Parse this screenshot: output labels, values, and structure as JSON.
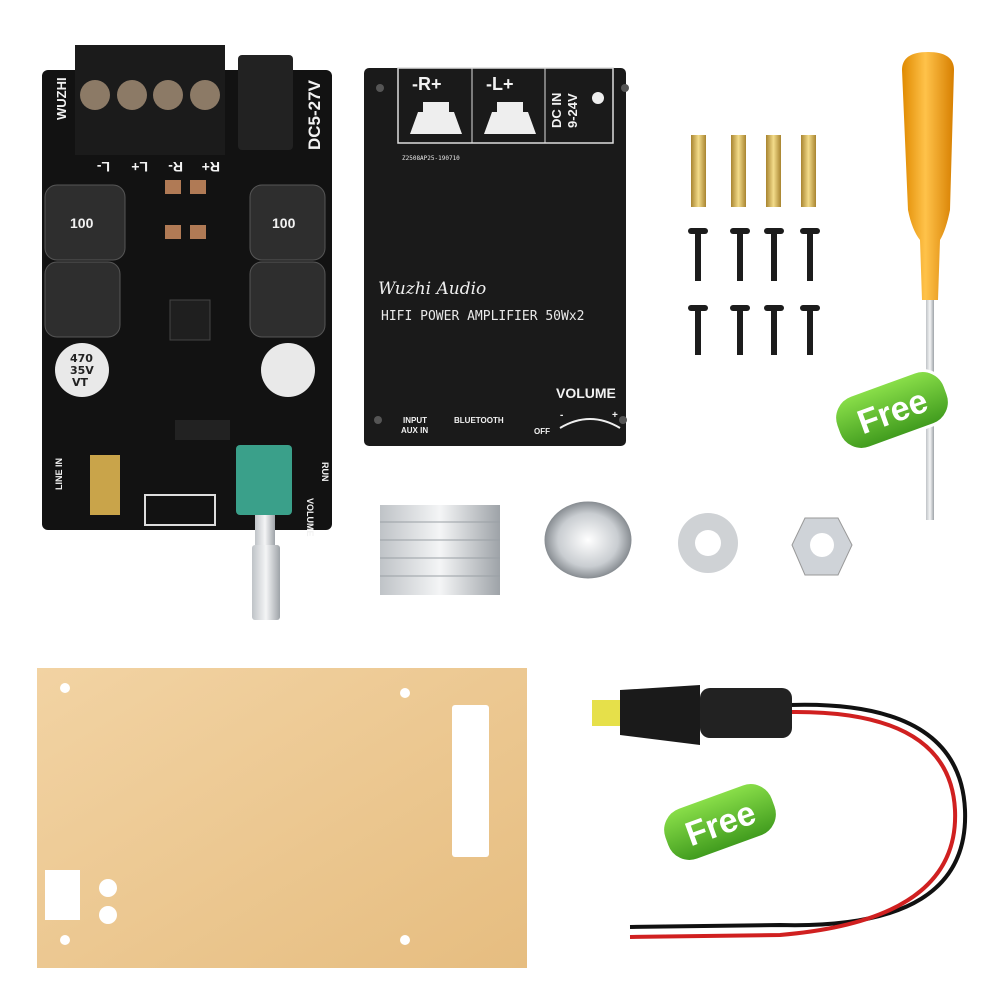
{
  "pcb": {
    "brand": "WUZHI",
    "power_label": "DC5-27V",
    "terminal_labels": [
      "R+",
      "R-",
      "L+",
      "L-"
    ],
    "inductor_label": "100",
    "capacitor_label": [
      "470",
      "35V",
      "VT"
    ],
    "line_in_label": "LINE IN",
    "volume_label": "VOLUME",
    "run_label": "RUN"
  },
  "panel": {
    "right_channel": "-R+",
    "left_channel": "-L+",
    "dc_in": "DC IN",
    "dc_voltage": "9-24V",
    "serial": "Z2508AP25-190710",
    "brand_script": "Wuzhi Audio",
    "product_title": "HIFI POWER AMPLIFIER 50Wx2",
    "volume": "VOLUME",
    "input_label": "INPUT",
    "aux_label": "AUX IN",
    "bluetooth_label": "BLUETOOTH",
    "off_label": "OFF",
    "minus": "-",
    "plus": "+"
  },
  "badges": {
    "free_1": "Free",
    "free_2": "Free"
  },
  "colors": {
    "pcb": "#111111",
    "brass": "#d8b454",
    "handle": "#f5a300",
    "acrylic": "#ecc893",
    "badge": "#5bb82a"
  }
}
